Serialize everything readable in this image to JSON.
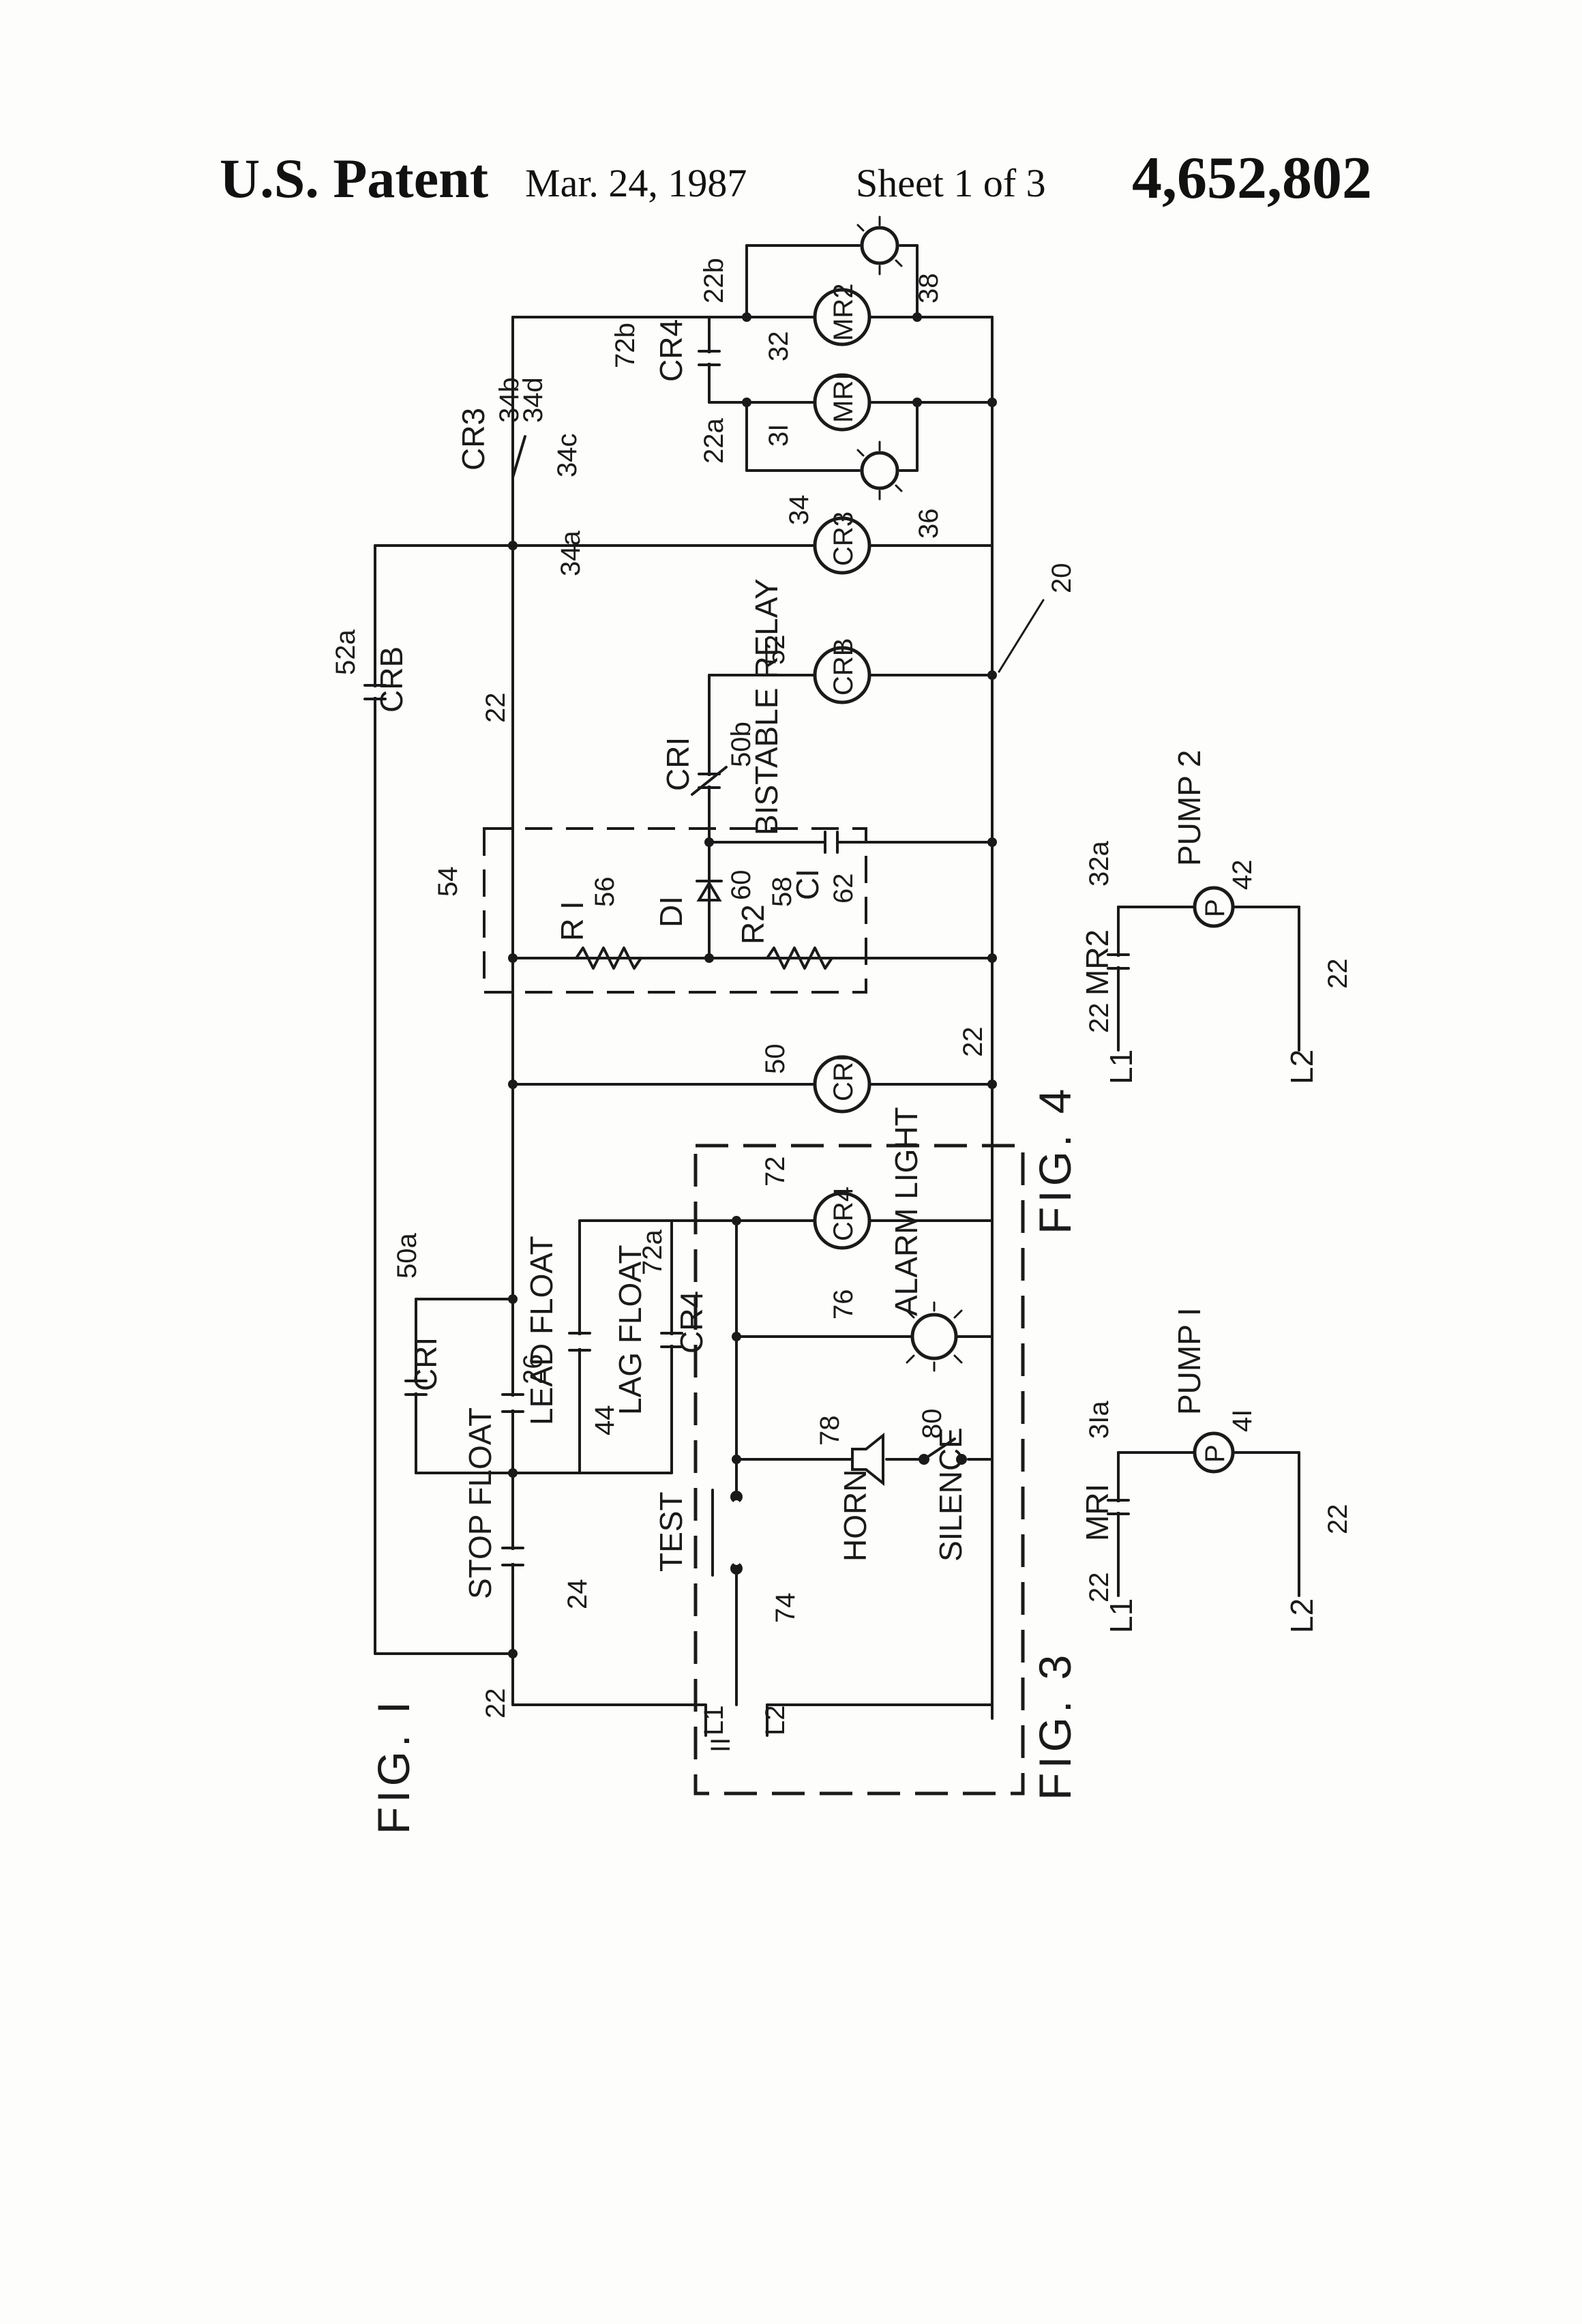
{
  "header": {
    "title": "U.S. Patent",
    "date": "Mar. 24, 1987",
    "sheet": "Sheet 1 of 3",
    "patent_number": "4,652,802"
  },
  "figures": {
    "fig1": "FIG. I",
    "fig3": "FIG. 3",
    "fig4": "FIG. 4"
  },
  "circuit_labels": {
    "stop_float": "STOP FLOAT",
    "lead_float": "LEAD FLOAT",
    "lag_float": "LAG FLOAT",
    "test": "TEST",
    "horn": "HORN",
    "silence": "SILENCE",
    "alarm_light": "ALARM LIGHT",
    "bistable_relay": "BISTABLE RELAY",
    "cr1": "CRI",
    "cr3": "CR3",
    "cr4": "CR4",
    "crb": "CRB",
    "mr1": "MRI",
    "mr2": "MR2",
    "r1": "R I",
    "r2": "R2",
    "d1": "DI",
    "c1": "CI",
    "l1": "L1",
    "l2": "L2",
    "pump1": "PUMP I",
    "pump2": "PUMP 2",
    "p": "P"
  },
  "reference_numerals": {
    "n11": "II",
    "n20": "20",
    "n22": "22",
    "n22a": "22a",
    "n22b": "22b",
    "n24": "24",
    "n26": "26",
    "n31": "3I",
    "n31a": "3Ia",
    "n32": "32",
    "n32a": "32a",
    "n34": "34",
    "n34a": "34a",
    "n34b": "34b",
    "n34c": "34c",
    "n34d": "34d",
    "n36": "36",
    "n38": "38",
    "n41": "4I",
    "n42": "42",
    "n44": "44",
    "n50": "50",
    "n50a": "50a",
    "n50b": "50b",
    "n52": "52",
    "n52a": "52a",
    "n54": "54",
    "n56": "56",
    "n58": "58",
    "n60": "60",
    "n62": "62",
    "n72": "72",
    "n72a": "72a",
    "n72b": "72b",
    "n74": "74",
    "n76": "76",
    "n78": "78",
    "n80": "80"
  }
}
